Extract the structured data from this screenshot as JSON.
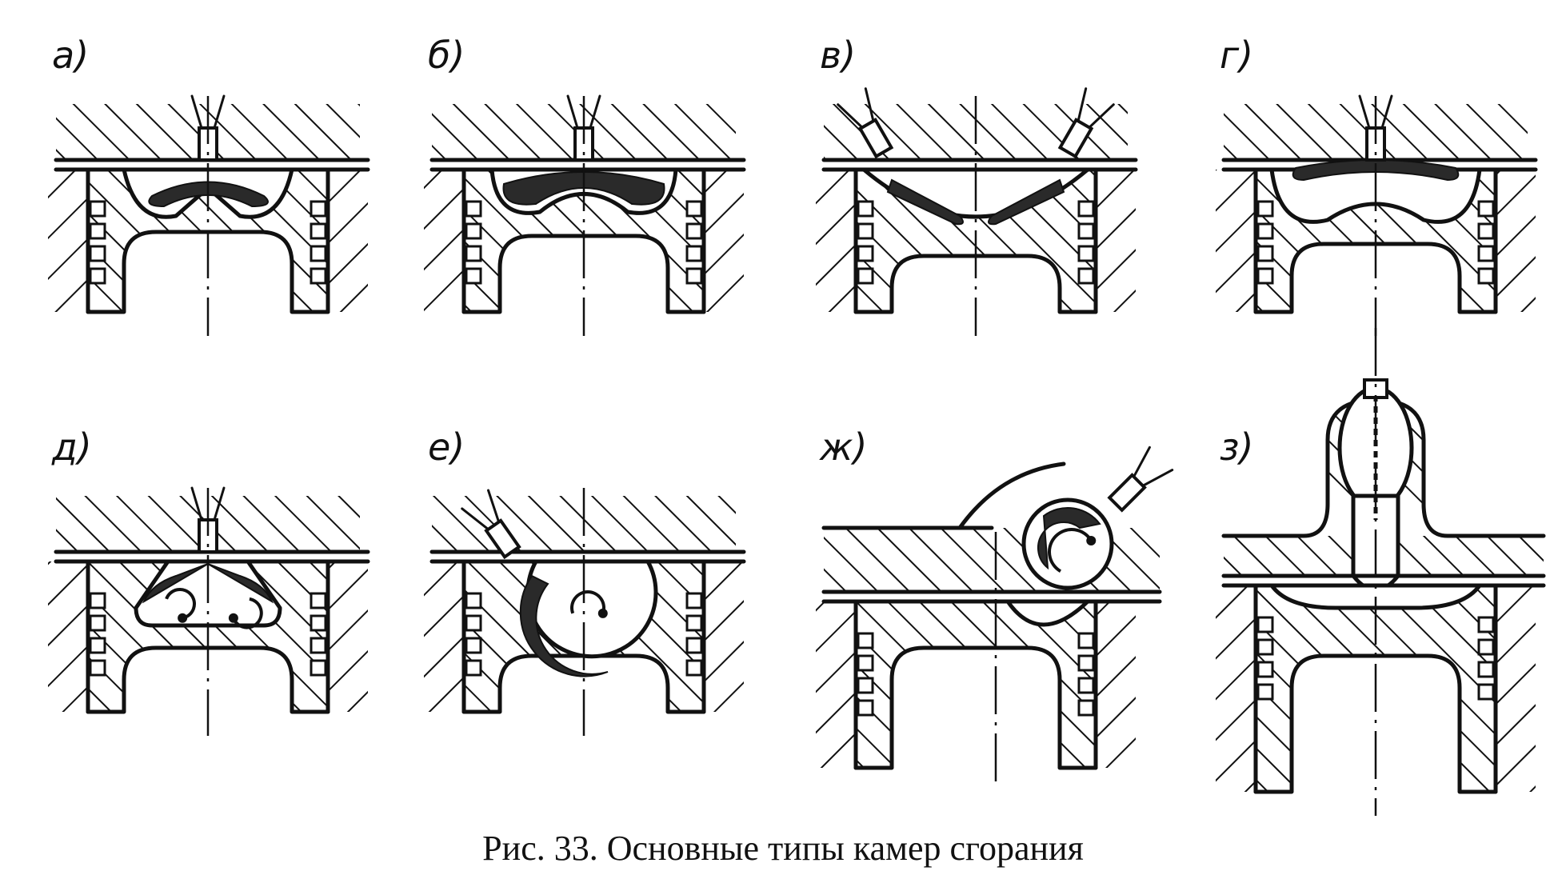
{
  "figure": {
    "caption": "Рис. 33. Основные типы камер сгорания",
    "panels": [
      {
        "id": "a",
        "label": "а)",
        "type": "crown-bowl",
        "row": 0,
        "col": 0,
        "injectors": "center",
        "crown": "peaked"
      },
      {
        "id": "b",
        "label": "б)",
        "type": "crown-bowl",
        "row": 0,
        "col": 1,
        "injectors": "center",
        "crown": "dome"
      },
      {
        "id": "v",
        "label": "в)",
        "type": "crown-bowl",
        "row": 0,
        "col": 2,
        "injectors": "sides",
        "crown": "concave"
      },
      {
        "id": "g",
        "label": "г)",
        "type": "crown-bowl",
        "row": 0,
        "col": 3,
        "injectors": "center",
        "crown": "double-lobe"
      },
      {
        "id": "d",
        "label": "д)",
        "type": "piston-cavity",
        "row": 1,
        "col": 0,
        "injectors": "center",
        "cavity": "trapezoid-swirl"
      },
      {
        "id": "e",
        "label": "е)",
        "type": "piston-cavity",
        "row": 1,
        "col": 1,
        "injectors": "angled",
        "cavity": "spherical-swirl"
      },
      {
        "id": "zh",
        "label": "ж)",
        "type": "swirl-chamber",
        "row": 1,
        "col": 2,
        "injectors": "angled-head",
        "cavity": "head-sphere"
      },
      {
        "id": "z",
        "label": "з)",
        "type": "prechamber",
        "row": 1,
        "col": 3,
        "injectors": "top",
        "cavity": "pre-chamber"
      }
    ]
  },
  "colors": {
    "ink": "#111111",
    "paper": "#ffffff",
    "flame": "#2a2a2a"
  }
}
